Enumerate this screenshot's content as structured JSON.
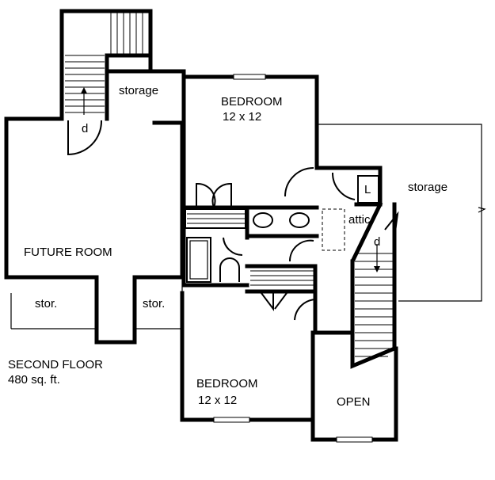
{
  "plan": {
    "rooms": {
      "storage_top": "storage",
      "bedroom_top_name": "BEDROOM",
      "bedroom_top_size": "12 x 12",
      "storage_right": "storage",
      "attic": "attic",
      "closet_l": "L",
      "future_room": "FUTURE ROOM",
      "stor_left": "stor.",
      "stor_mid": "stor.",
      "bedroom_bottom_name": "BEDROOM",
      "bedroom_bottom_size": "12 x 12",
      "open": "OPEN"
    },
    "stair_down_top": "d",
    "stair_down_right": "d",
    "floor_title": "SECOND FLOOR",
    "floor_area": "480  sq. ft."
  }
}
